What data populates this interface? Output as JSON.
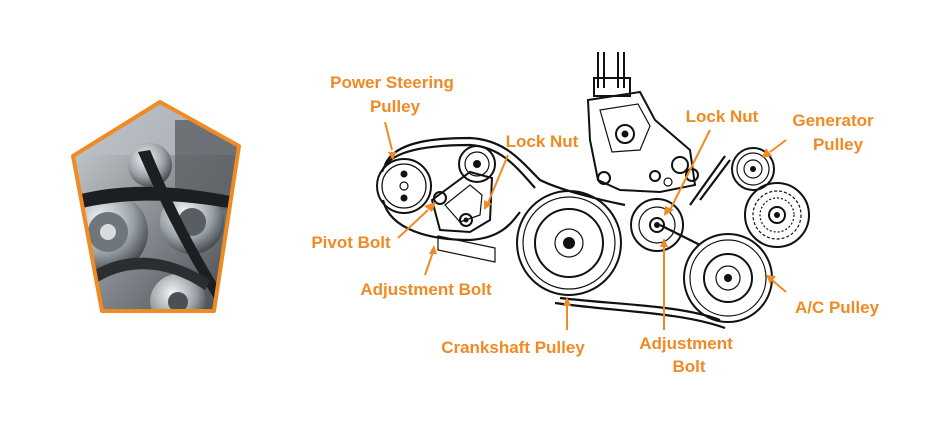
{
  "labels": {
    "power_steering_pulley_line1": "Power Steering",
    "power_steering_pulley_line2": "Pulley",
    "lock_nut_left": "Lock Nut",
    "lock_nut_right": "Lock Nut",
    "generator_pulley_line1": "Generator",
    "generator_pulley_line2": "Pulley",
    "pivot_bolt": "Pivot Bolt",
    "adjustment_bolt_left": "Adjustment Bolt",
    "crankshaft_pulley": "Crankshaft Pulley",
    "adjustment_bolt_right_line1": "Adjustment",
    "adjustment_bolt_right_line2": "Bolt",
    "ac_pulley": "A/C Pulley"
  },
  "colors": {
    "label": "#f08a24",
    "frame": "#f08a24",
    "line": "#111111"
  },
  "photo": {
    "icon": "engine-photo"
  }
}
